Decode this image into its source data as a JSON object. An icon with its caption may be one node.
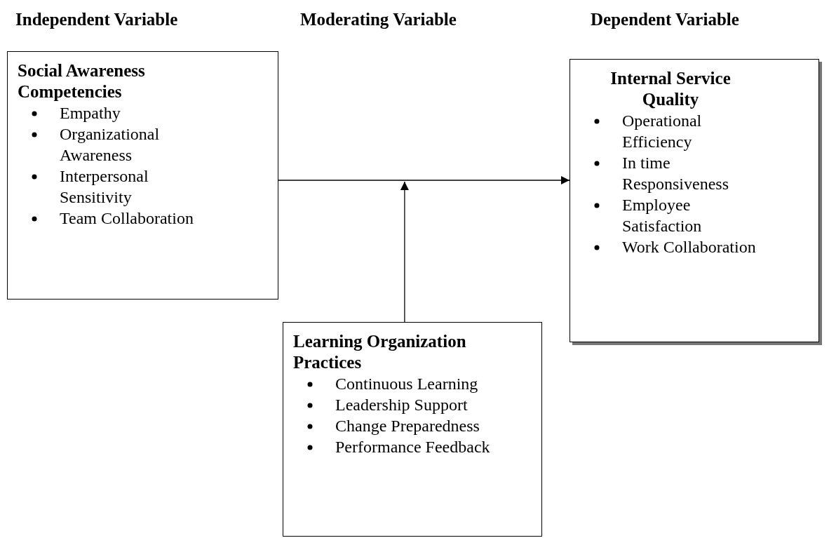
{
  "diagram": {
    "nodes": [
      {
        "text": [
          "Social Awareness Competencies",
          "Empathy",
          "Organizational Awareness",
          "Interpersonal Sensitivity",
          "Team Collaboration"
        ]
      },
      {
        "text": [
          "Internal Service Quality",
          "Operational Efficiency",
          "In time Responsiveness",
          "Employee Satisfaction",
          "Work Collaboration"
        ]
      },
      {
        "text": [
          "Learning Organization Practices",
          "Continuous Learning",
          "Leadership Support",
          "Change Preparedness",
          "Performance Feedback"
        ]
      }
    ],
    "edges": [
      {
        "from": 0,
        "to": 1,
        "arrow": "to"
      },
      {
        "from": 2,
        "to": null,
        "arrow": "to"
      }
    ],
    "labels": [
      "Independent Variable",
      "Moderating Variable",
      "Dependent Variable"
    ]
  }
}
